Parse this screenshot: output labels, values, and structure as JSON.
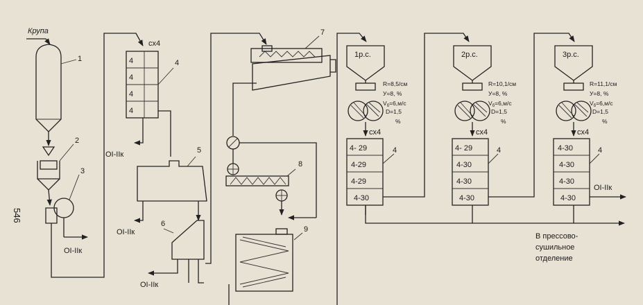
{
  "input_label": "Крупа",
  "page_number": "546",
  "sx4": "сх4",
  "units": [
    "1",
    "2",
    "3",
    "4",
    "5",
    "6",
    "7",
    "8",
    "9"
  ],
  "outputs": [
    "OI-IIк",
    "OI-IIк",
    "OI-IIк",
    "OI-IIк",
    "OI-IIк"
  ],
  "destination": [
    "В прессово-",
    "сушильное",
    "отделение"
  ],
  "sifter_cells": [
    "4",
    "4",
    "4",
    "4"
  ],
  "rollers": [
    {
      "name": "1р.с.",
      "r": "R=8,5/см",
      "y": "У=8, %",
      "v": "V",
      "vsub": "б",
      "vrest": "=6,м/с",
      "d": "D=1,5",
      "pct": "%",
      "cells": [
        "4- 29",
        "4-29",
        "4-29",
        "4-30"
      ]
    },
    {
      "name": "2р.с.",
      "r": "R=10,1/см",
      "y": "У=8, %",
      "v": "V",
      "vsub": "б",
      "vrest": "=6,м/с",
      "d": "D=1,5",
      "pct": "%",
      "cells": [
        "4- 29",
        "4-30",
        "4-30",
        "4-30"
      ]
    },
    {
      "name": "3р.с.",
      "r": "R=11,1/см",
      "y": "У=8, %",
      "v": "V",
      "vsub": "б",
      "vrest": "=6,м/с",
      "d": "D=1,5",
      "pct": "%",
      "cells": [
        "4-30",
        "4-30",
        "4-30",
        "4-30"
      ]
    }
  ]
}
